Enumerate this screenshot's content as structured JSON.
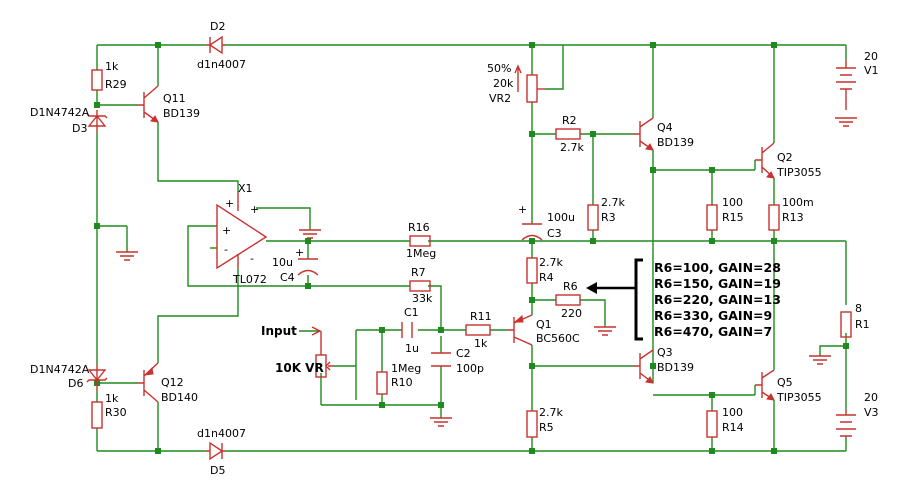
{
  "components": {
    "D2": {
      "ref": "D2",
      "value": "d1n4007"
    },
    "R29": {
      "ref": "R29",
      "value": "1k"
    },
    "Q11": {
      "ref": "Q11",
      "value": "BD139"
    },
    "D3": {
      "ref": "D3",
      "value": "D1N4742A"
    },
    "X1": {
      "ref": "X1",
      "value": "TL072"
    },
    "C4": {
      "ref": "C4",
      "value": "10u"
    },
    "R16": {
      "ref": "R16",
      "value": "1Meg"
    },
    "R7": {
      "ref": "R7",
      "value": "33k"
    },
    "C1": {
      "ref": "C1",
      "value": "1u"
    },
    "R10": {
      "ref": "R10",
      "value": "1Meg"
    },
    "C2": {
      "ref": "C2",
      "value": "100p"
    },
    "R11": {
      "ref": "R11",
      "value": "1k"
    },
    "Q1": {
      "ref": "Q1",
      "value": "BC560C"
    },
    "D6": {
      "ref": "D6",
      "value": "D1N4742A"
    },
    "Q12": {
      "ref": "Q12",
      "value": "BD140"
    },
    "R30": {
      "ref": "R30",
      "value": "1k"
    },
    "D5": {
      "ref": "D5",
      "value": "d1n4007"
    },
    "VR2": {
      "ref": "VR2",
      "value": "20k",
      "setting": "50%"
    },
    "R2": {
      "ref": "R2",
      "value": "2.7k"
    },
    "R3": {
      "ref": "R3",
      "value": "2.7k"
    },
    "C3": {
      "ref": "C3",
      "value": "100u"
    },
    "R4": {
      "ref": "R4",
      "value": "2.7k"
    },
    "R6": {
      "ref": "R6",
      "value": "220"
    },
    "R5": {
      "ref": "R5",
      "value": "2.7k"
    },
    "Q4": {
      "ref": "Q4",
      "value": "BD139"
    },
    "Q3": {
      "ref": "Q3",
      "value": "BD139"
    },
    "R15": {
      "ref": "R15",
      "value": "100"
    },
    "R14": {
      "ref": "R14",
      "value": "100"
    },
    "Q2": {
      "ref": "Q2",
      "value": "TIP3055"
    },
    "Q5": {
      "ref": "Q5",
      "value": "TIP3055"
    },
    "R13": {
      "ref": "R13",
      "value": "100m"
    },
    "R1": {
      "ref": "R1",
      "value": "8"
    },
    "V1": {
      "ref": "V1",
      "value": "20"
    },
    "V3": {
      "ref": "V3",
      "value": "20"
    }
  },
  "labels": {
    "input": "Input",
    "volume": "10K VR",
    "plus": "+",
    "minus": "-"
  },
  "gain_notes": [
    "R6=100, GAIN=28",
    "R6=150, GAIN=19",
    "R6=220, GAIN=13",
    "R6=330, GAIN=9",
    "R6=470, GAIN=7"
  ]
}
